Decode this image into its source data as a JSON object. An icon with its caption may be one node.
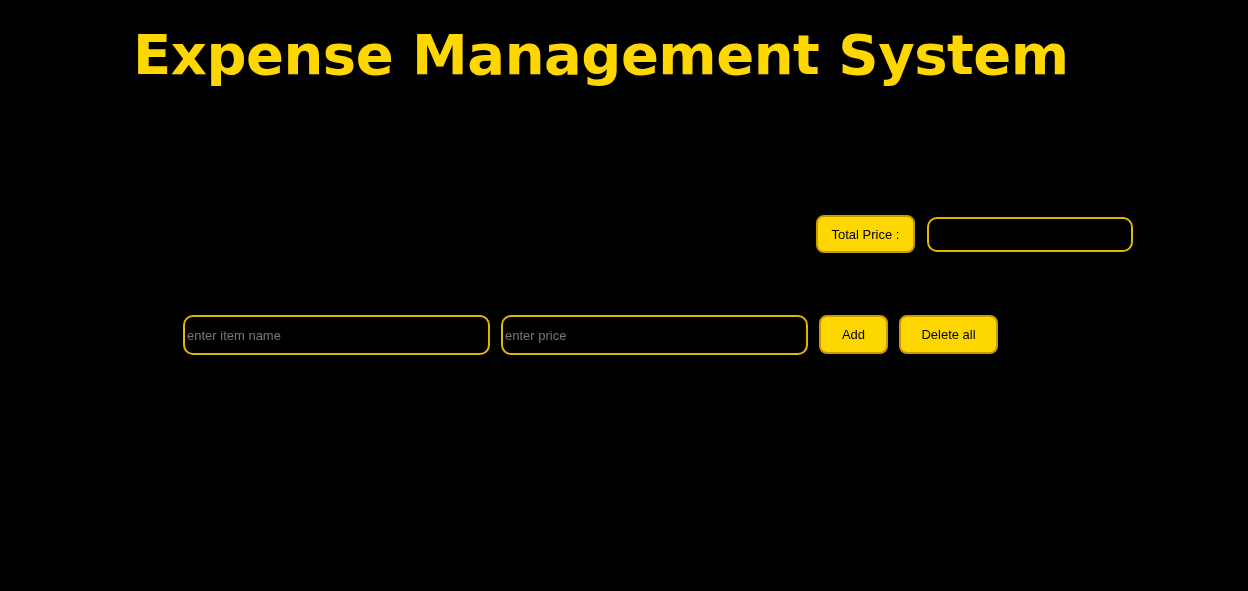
{
  "diagram": {
    "title": "Expense Management System",
    "nodes": [
      {
        "text": [
          "Total Price :"
        ]
      },
      {
        "text": [],
        "shape": "box"
      },
      {
        "text": [
          "enter item name"
        ]
      },
      {
        "text": [
          "enter price"
        ]
      },
      {
        "text": [
          "Add"
        ]
      },
      {
        "text": [
          "Delete all"
        ]
      }
    ]
  }
}
